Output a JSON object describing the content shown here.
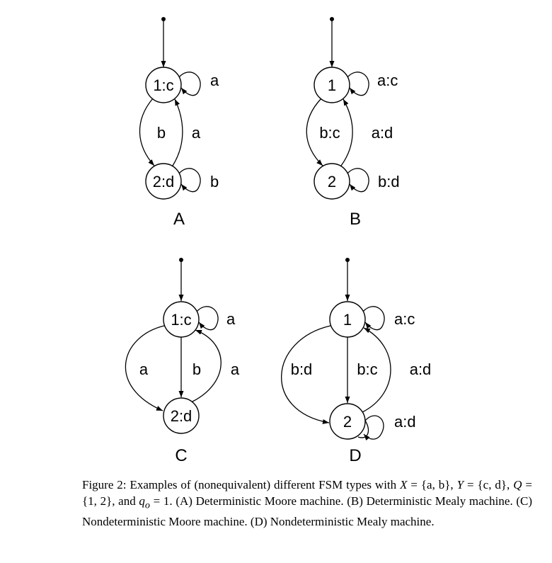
{
  "panels": [
    {
      "id": "A",
      "letter": "A",
      "states": [
        "1:c",
        "2:d"
      ],
      "edge_labels": {
        "loop_top": "a",
        "down": "b",
        "up": "a",
        "loop_bottom": "b"
      }
    },
    {
      "id": "B",
      "letter": "B",
      "states": [
        "1",
        "2"
      ],
      "edge_labels": {
        "loop_top": "a:c",
        "down": "b:c",
        "up": "a:d",
        "loop_bottom": "b:d"
      }
    },
    {
      "id": "C",
      "letter": "C",
      "states": [
        "1:c",
        "2:d"
      ],
      "edge_labels": {
        "loop_top": "a",
        "left": "a",
        "straight": "b",
        "up": "a"
      }
    },
    {
      "id": "D",
      "letter": "D",
      "states": [
        "1",
        "2"
      ],
      "edge_labels": {
        "loop_top": "a:c",
        "left": "b:d",
        "straight": "b:c",
        "up": "a:d",
        "loop_bottom": "a:d"
      }
    }
  ],
  "caption": {
    "lead": "Figure 2: Examples of (nonequivalent) different FSM types with",
    "x": "X",
    "x_set": "= {a, b},",
    "y": "Y",
    "y_set": "= {c, d},",
    "q": "Q",
    "q_set": "= {1, 2}, and",
    "q0": "q",
    "q0_sub": "o",
    "q0_val": "= 1.",
    "rest": "(A) Deterministic Moore machine. (B) Deterministic Mealy machine. (C) Nondeterministic Moore machine. (D) Nondeterministic Mealy machine."
  }
}
